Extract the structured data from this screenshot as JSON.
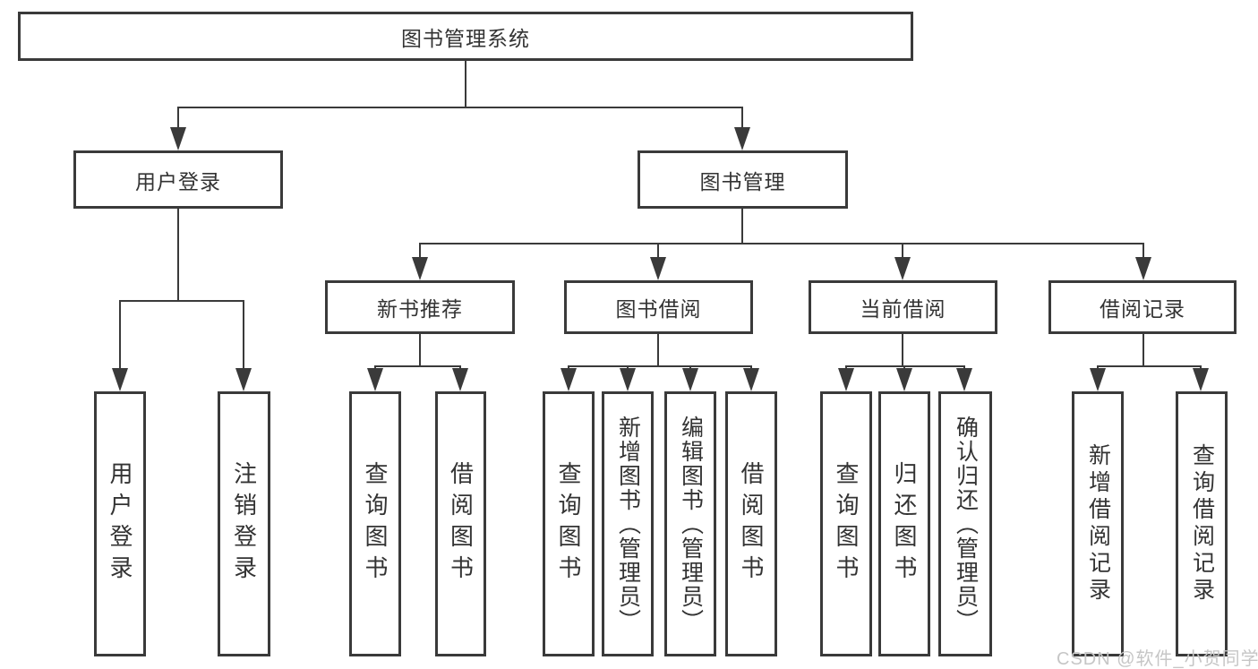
{
  "tree": {
    "label": "图书管理系统",
    "children": [
      {
        "label": "用户登录",
        "children": [
          {
            "label": "用户登录"
          },
          {
            "label": "注销登录"
          }
        ]
      },
      {
        "label": "图书管理",
        "children": [
          {
            "label": "新书推荐",
            "children": [
              {
                "label": "查询图书"
              },
              {
                "label": "借阅图书"
              }
            ]
          },
          {
            "label": "图书借阅",
            "children": [
              {
                "label": "查询图书"
              },
              {
                "label": "新增图书（管理员）"
              },
              {
                "label": "编辑图书（管理员）"
              },
              {
                "label": "借阅图书"
              }
            ]
          },
          {
            "label": "当前借阅",
            "children": [
              {
                "label": "查询图书"
              },
              {
                "label": "归还图书"
              },
              {
                "label": "确认归还（管理员）"
              }
            ]
          },
          {
            "label": "借阅记录",
            "children": [
              {
                "label": "新增借阅记录"
              },
              {
                "label": "查询借阅记录"
              }
            ]
          }
        ]
      }
    ]
  },
  "watermark": "CSDN @软件_小贺同学",
  "colors": {
    "line": "#3a3a3a",
    "text": "#333333",
    "watermark": "#c6c6c6",
    "background": "#ffffff"
  }
}
